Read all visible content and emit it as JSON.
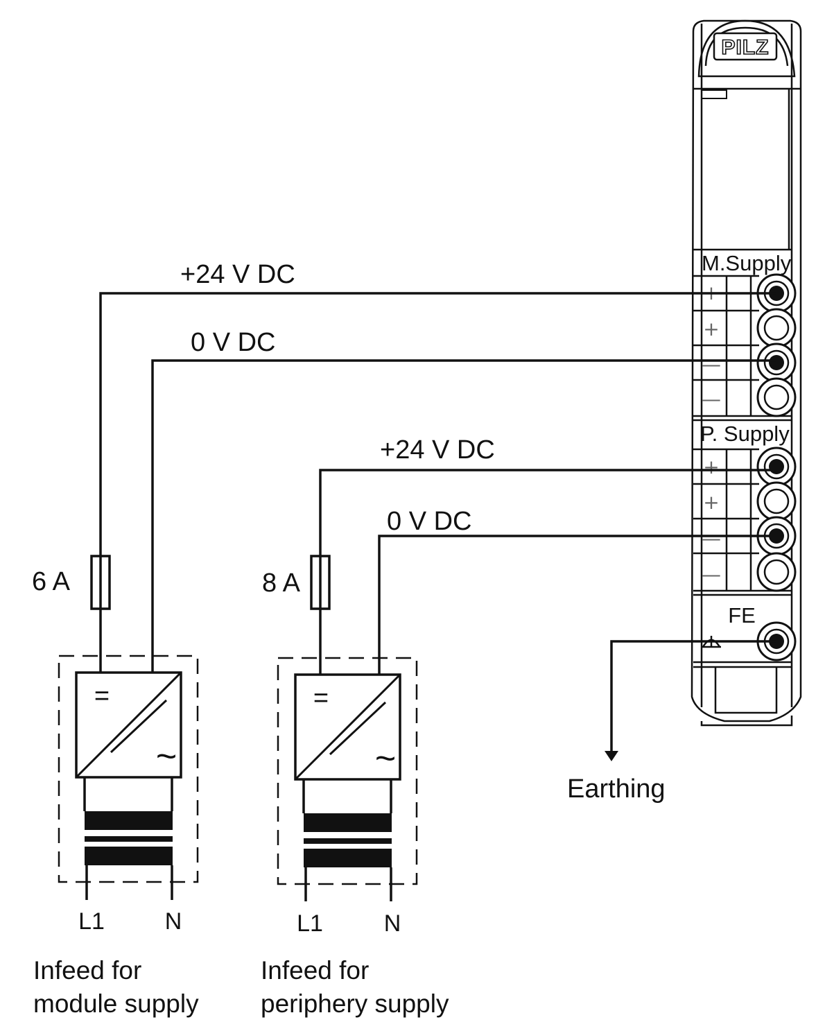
{
  "device": {
    "brand": "PILZ",
    "module_supply_label": "M.Supply",
    "periphery_supply_label": "P. Supply",
    "fe_label": "FE",
    "plus_sign": "+",
    "minus_sign": "—"
  },
  "wires": {
    "module_plus": "+24 V DC",
    "module_zero": "0 V DC",
    "periphery_plus": "+24 V DC",
    "periphery_zero": "0 V DC"
  },
  "fuses": {
    "module": "6 A",
    "periphery": "8 A"
  },
  "power_supplies": {
    "module": {
      "dc_symbol": "=",
      "ac_symbol": "~",
      "terminal_l": "L1",
      "terminal_n": "N",
      "caption_line1": "Infeed for",
      "caption_line2": "module supply"
    },
    "periphery": {
      "dc_symbol": "=",
      "ac_symbol": "~",
      "terminal_l": "L1",
      "terminal_n": "N",
      "caption_line1": "Infeed for",
      "caption_line2": "periphery supply"
    }
  },
  "earthing_label": "Earthing"
}
